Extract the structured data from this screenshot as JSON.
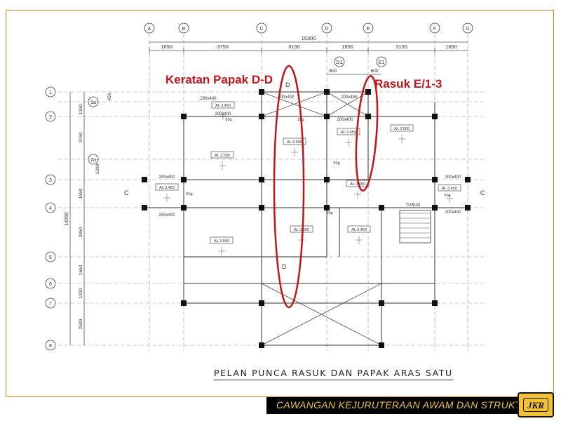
{
  "grid": {
    "columns": [
      "A",
      "B",
      "C",
      "D",
      "E",
      "F",
      "G"
    ],
    "sub_columns": [
      "D1",
      "E1"
    ],
    "rows": [
      "1",
      "1a",
      "2",
      "2a",
      "3",
      "4",
      "5",
      "6",
      "7",
      "8"
    ]
  },
  "dimensions": {
    "overall_width": "15300",
    "column_spacing": [
      "1650",
      "3750",
      "3150",
      "1950",
      "3150",
      "1650"
    ],
    "sub_offsets": [
      "600",
      "600"
    ],
    "overall_depth": "14950",
    "row_spacing": [
      "450",
      "1350",
      "3750",
      "1200",
      "1650",
      "2850",
      "1650",
      "1200",
      "2500"
    ]
  },
  "beams": {
    "label": "200x400",
    "turun": "TURUN"
  },
  "slabs": {
    "levels": [
      "AL 3.450",
      "AL 3.500"
    ],
    "thickness": "50g"
  },
  "section_markers": {
    "c": "C",
    "d": "D"
  },
  "annotations": {
    "keratan": "Keratan Papak D-D",
    "rasuk": "Rasuk E/1-3"
  },
  "title": "PELAN PUNCA RASUK DAN PAPAK ARAS SATU",
  "footer": {
    "org": "CAWANGAN KEJURUTERAAN AWAM DAN STRUKTUR",
    "logo": "JKR"
  },
  "colors": {
    "annotation": "#c0151d",
    "frame": "#e87b22",
    "footer_text": "#e8c247",
    "logo_bg": "#f2c232"
  }
}
